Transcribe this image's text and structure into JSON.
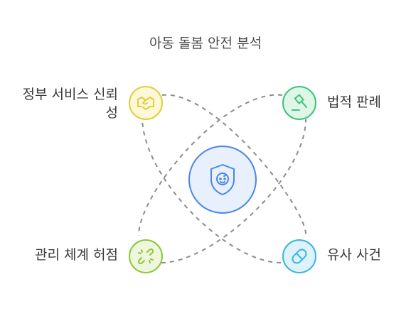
{
  "diagram": {
    "title": "아동 돌봄 안전 분석",
    "center": {
      "icon": "child-shield-icon",
      "color": "#4a86e8",
      "fill": "#e8f0fd"
    },
    "nodes": [
      {
        "id": "tl",
        "label": "정부 서비스 신뢰성",
        "icon": "handshake-icon",
        "color": "#e3cd3c",
        "fill": "#fdf8d8"
      },
      {
        "id": "tr",
        "label": "법적 판례",
        "icon": "gavel-icon",
        "color": "#3ec47a",
        "fill": "#dff5e8"
      },
      {
        "id": "bl",
        "label": "관리 체계 허점",
        "icon": "broken-link-icon",
        "color": "#8cc63f",
        "fill": "#eef7dc"
      },
      {
        "id": "br",
        "label": "유사 사건",
        "icon": "pill-icon",
        "color": "#39b6e0",
        "fill": "#ddf2fb"
      }
    ],
    "line_color": "#8c8c8c"
  }
}
